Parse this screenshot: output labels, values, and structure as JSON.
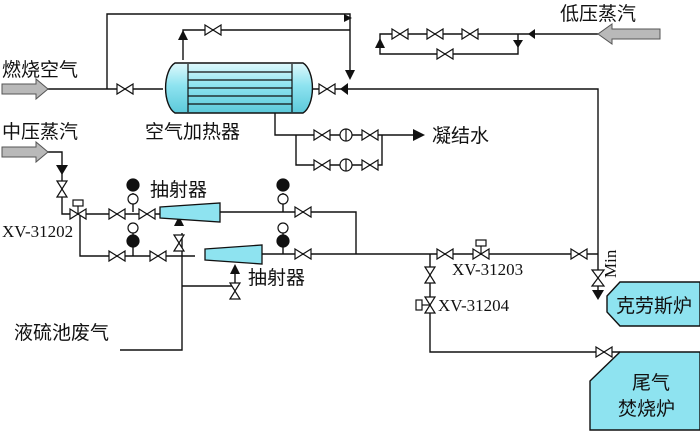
{
  "labels": {
    "combustion_air": "燃烧空气",
    "medium_steam": "中压蒸汽",
    "low_steam": "低压蒸汽",
    "air_heater": "空气加热器",
    "condensate": "凝结水",
    "ejector_1": "抽射器",
    "ejector_2": "抽射器",
    "sulfur_pit_gas": "液硫池废气",
    "claus_furnace": "克劳斯炉",
    "tail_gas_incinerator_1": "尾气",
    "tail_gas_incinerator_2": "焚烧炉",
    "min": "Min"
  },
  "tags": {
    "valve_1": "XV-31202",
    "valve_2": "XV-31203",
    "valve_3": "XV-31204"
  },
  "colors": {
    "equipment_fill": "#8ee3f0",
    "arrow_fill": "#b9b9b9",
    "line": "#111111"
  }
}
